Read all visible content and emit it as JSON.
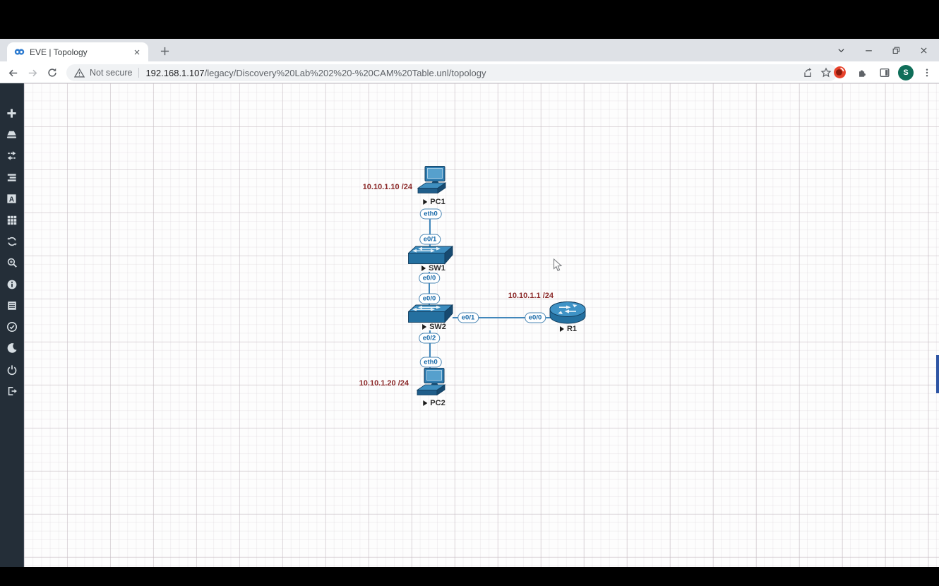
{
  "browser": {
    "tab": {
      "title": "EVE | Topology"
    },
    "url": {
      "security_label": "Not secure",
      "host": "192.168.1.107",
      "path": "/legacy/Discovery%20Lab%202%20-%20CAM%20Table.unl/topology"
    },
    "profile": {
      "initial": "S"
    }
  },
  "sidebar": {
    "icons": [
      "add-object",
      "nodes",
      "networks",
      "startup-configs",
      "add-text",
      "more-actions",
      "refresh",
      "zoom",
      "status-info",
      "lab-details",
      "lock-lab",
      "night-mode",
      "power",
      "logout"
    ]
  },
  "topology": {
    "nodes": [
      {
        "id": "PC1",
        "label": "PC1",
        "type": "pc",
        "ip": "10.10.1.10 /24"
      },
      {
        "id": "SW1",
        "label": "SW1",
        "type": "switch"
      },
      {
        "id": "SW2",
        "label": "SW2",
        "type": "switch"
      },
      {
        "id": "R1",
        "label": "R1",
        "type": "router",
        "ip": "10.10.1.1 /24"
      },
      {
        "id": "PC2",
        "label": "PC2",
        "type": "pc",
        "ip": "10.10.1.20 /24"
      }
    ],
    "links": [
      {
        "a": "PC1",
        "a_if": "eth0",
        "b": "SW1",
        "b_if": "e0/1"
      },
      {
        "a": "SW1",
        "a_if": "e0/0",
        "b": "SW2",
        "b_if": "e0/0"
      },
      {
        "a": "SW2",
        "a_if": "e0/1",
        "b": "R1",
        "b_if": "e0/0"
      },
      {
        "a": "SW2",
        "a_if": "e0/2",
        "b": "PC2",
        "b_if": "eth0"
      }
    ]
  },
  "colors": {
    "link": "#4187bb",
    "interface_label_text": "#1668a8",
    "ip_label_text": "#8c2a2a",
    "device_primary": "#2f7cb0",
    "sidebar_bg": "#242e38",
    "avatar_bg": "#0f6e59",
    "extension_badge": "#e8432c",
    "scroll_indicator": "#2e55a4"
  }
}
